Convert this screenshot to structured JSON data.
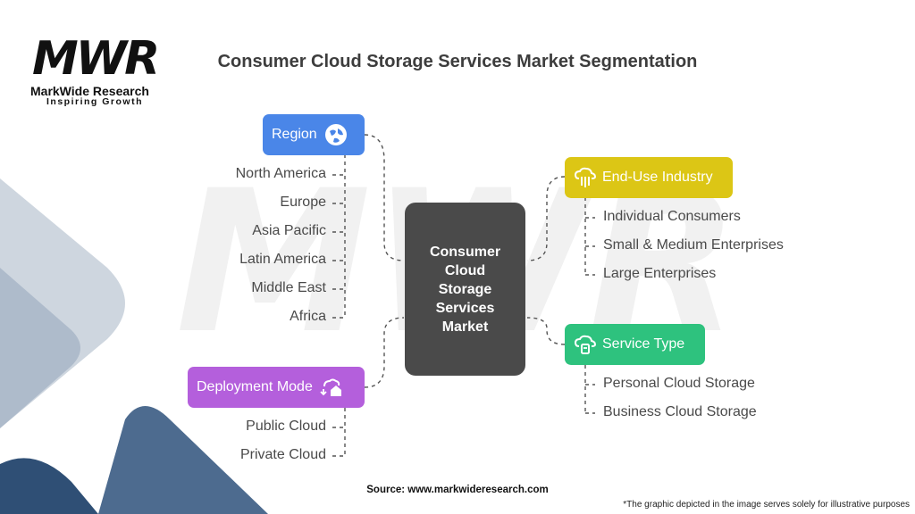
{
  "brand": {
    "logo_mark": "MWR",
    "name": "MarkWide Research",
    "tagline": "Inspiring Growth"
  },
  "title": "Consumer Cloud Storage Services Market Segmentation",
  "center_node": {
    "lines": [
      "Consumer",
      "Cloud",
      "Storage",
      "Services",
      "Market"
    ]
  },
  "segments": {
    "region": {
      "label": "Region",
      "icon": "globe-icon",
      "color": "#4a86e8",
      "items": [
        "North America",
        "Europe",
        "Asia Pacific",
        "Latin America",
        "Middle East",
        "Africa"
      ]
    },
    "deployment_mode": {
      "label": "Deployment Mode",
      "icon": "cloud-home-icon",
      "color": "#b45fdc",
      "items": [
        "Public Cloud",
        "Private Cloud"
      ]
    },
    "end_use_industry": {
      "label": "End-Use Industry",
      "icon": "cloud-network-icon",
      "color": "#dcc615",
      "items": [
        "Individual Consumers",
        "Small & Medium Enterprises",
        "Large Enterprises"
      ]
    },
    "service_type": {
      "label": "Service Type",
      "icon": "cloud-service-icon",
      "color": "#2ec27e",
      "items": [
        "Personal Cloud Storage",
        "Business Cloud Storage"
      ]
    }
  },
  "footer": {
    "source": "Source: www.markwideresearch.com",
    "disclaimer": "*The graphic depicted in the image serves solely for illustrative purposes"
  }
}
